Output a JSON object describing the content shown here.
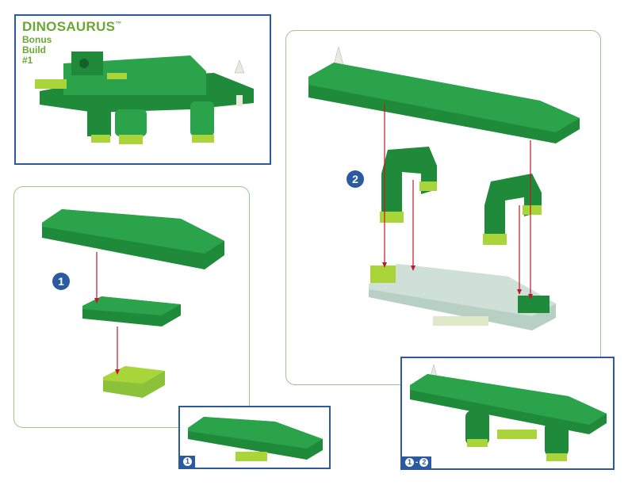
{
  "header": {
    "title": "DINOSAURUS",
    "trademark": "™",
    "subtitle": "Bonus\nBuild\n#1"
  },
  "steps": {
    "step1_label": "1",
    "step2_label": "2"
  },
  "previews": {
    "after_step1_tag": "1",
    "after_step2_tag_start": "1",
    "after_step2_tag_sep": "-",
    "after_step2_tag_end": "2"
  },
  "colors": {
    "dark_green": "#1f8a3a",
    "light_green": "#a9d53b",
    "grey_plate": "#cfe0d8",
    "arrow_red": "#c0182a",
    "frame_blue": "#2b5aa0"
  }
}
